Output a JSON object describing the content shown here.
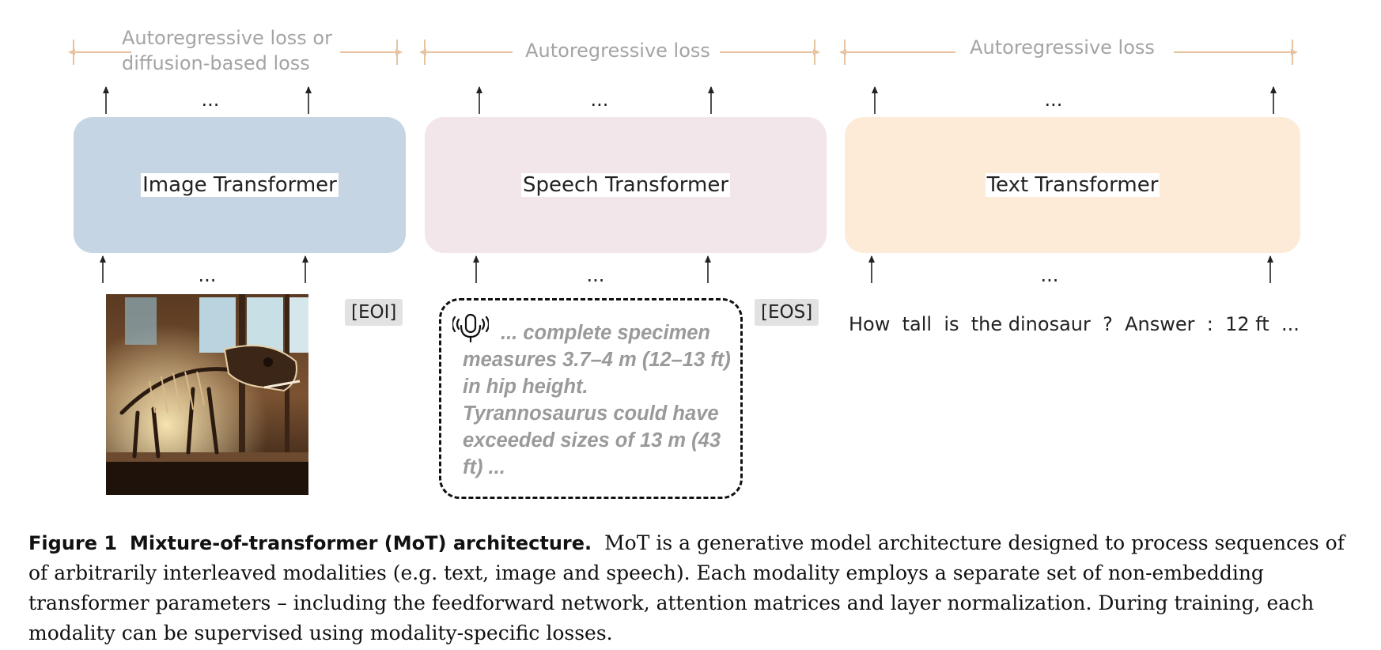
{
  "diagram": {
    "columns": [
      {
        "id": "image",
        "loss_label": "Autoregressive loss or\ndiffusion-based loss",
        "module_label": "Image Transformer",
        "module_color": "#c5d5e3",
        "top_dots": "...",
        "bottom_dots": "...",
        "end_token": "[EOI]"
      },
      {
        "id": "speech",
        "loss_label": "Autoregressive loss",
        "module_label": "Speech Transformer",
        "module_color": "#f2e6ea",
        "top_dots": "...",
        "bottom_dots": "...",
        "end_token": "[EOS]",
        "speech_text": "... complete specimen measures 3.7–4 m (12–13 ft) in hip height. Tyrannosaurus could have exceeded sizes of 13 m (43 ft) ...",
        "icon": "microphone-icon"
      },
      {
        "id": "text",
        "loss_label": "Autoregressive loss",
        "module_label": "Text Transformer",
        "module_color": "#fdebd8",
        "top_dots": "...",
        "bottom_dots": "...",
        "text_tokens": "How  tall  is  the dinosaur  ?  Answer  :  12 ft  ..."
      }
    ],
    "bracket_color": "#e8c3a0"
  },
  "caption": {
    "figure_label": "Figure 1",
    "title": "Mixture-of-transformer (MoT) architecture.",
    "body": "MoT is a generative model architecture designed to process sequences of of arbitrarily interleaved modalities (e.g. text, image and speech). Each modality employs a separate set of non-embedding transformer parameters – including the feedforward network, attention matrices and layer normalization. During training, each modality can be supervised using modality-specific losses."
  }
}
